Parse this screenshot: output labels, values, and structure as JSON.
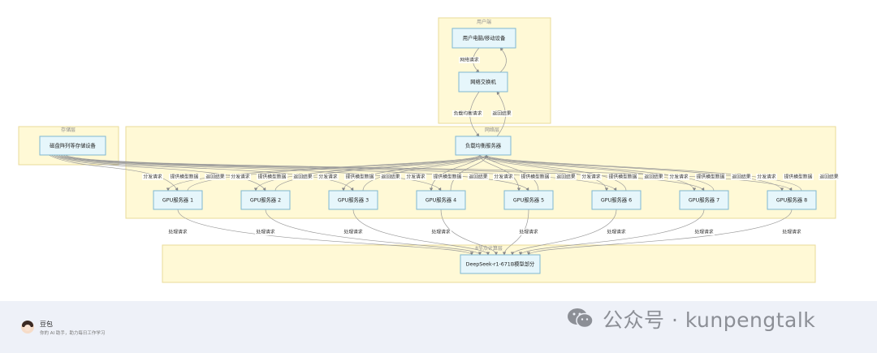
{
  "clusters": {
    "user": "用户端",
    "storage": "存储层",
    "network": "网络层",
    "compute": "8节点计算层"
  },
  "nodes": {
    "user_device": "用户电脑/移动设备",
    "switch": "网络交换机",
    "load_balancer": "负载均衡服务器",
    "storage": "磁盘阵列等存储设备",
    "model": "DeepSeek-r1-671B模型部分",
    "gpus": [
      "GPU服务器 1",
      "GPU服务器 2",
      "GPU服务器 3",
      "GPU服务器 4",
      "GPU服务器 5",
      "GPU服务器 6",
      "GPU服务器 7",
      "GPU服务器 8"
    ]
  },
  "edge_labels": {
    "net_request": "网络请求",
    "lb_request": "负载均衡请求",
    "return_result": "返回结果",
    "dispatch": "分发请求",
    "provide_data": "提供模型数据",
    "process": "处理请求"
  },
  "footer": {
    "brand": "豆包",
    "tagline": "你的 AI 助手，助力每日工作学习",
    "watermark": "公众号 · kunpengtalk"
  },
  "colors": {
    "cluster_fill": "#fff9d6",
    "node_fill": "#e6f6fb",
    "node_border": "#7fb8d1",
    "footer_bg": "#eef1f8"
  }
}
